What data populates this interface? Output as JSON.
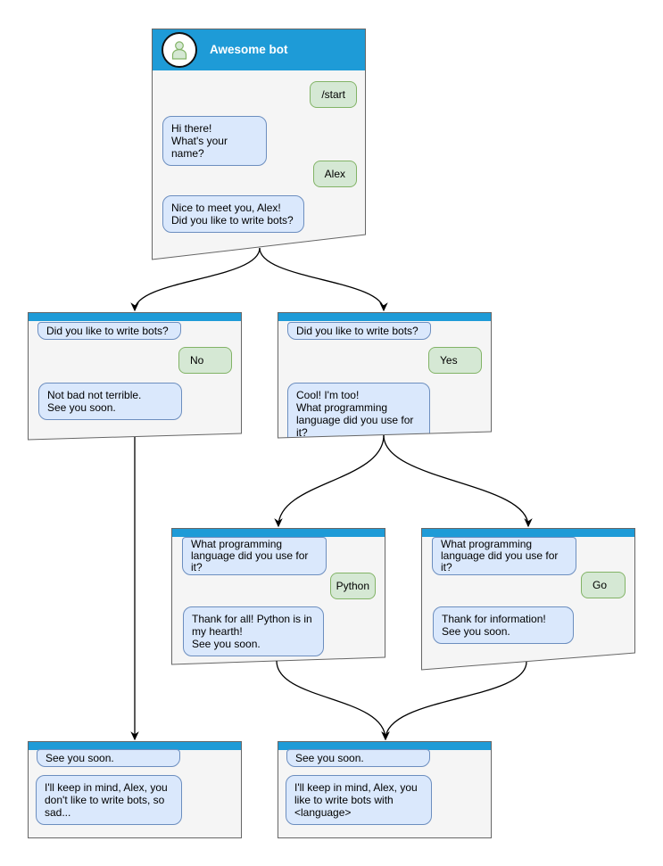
{
  "colors": {
    "header_blue": "#1e9bd7",
    "window_bg": "#f5f5f5",
    "window_border": "#666666",
    "bot_bubble_bg": "#dae8fc",
    "bot_bubble_border": "#6c8ebf",
    "user_bubble_bg": "#d5e8d4",
    "user_bubble_border": "#82b366"
  },
  "windows": [
    {
      "id": "main",
      "title": "Awesome bot",
      "avatar": "person-icon",
      "bubbles": [
        {
          "from": "user",
          "text": "/start"
        },
        {
          "from": "bot",
          "text": "Hi there!\nWhat's your name?"
        },
        {
          "from": "user",
          "text": "Alex"
        },
        {
          "from": "bot",
          "text": "Nice to meet you, Alex!\nDid you like to write bots?"
        }
      ]
    },
    {
      "id": "branch-no",
      "bubbles": [
        {
          "from": "bot",
          "text": "Did you like to write bots?"
        },
        {
          "from": "user",
          "text": "No"
        },
        {
          "from": "bot",
          "text": "Not bad not terrible.\nSee you soon."
        }
      ]
    },
    {
      "id": "branch-yes",
      "bubbles": [
        {
          "from": "bot",
          "text": "Did you like to write bots?"
        },
        {
          "from": "user",
          "text": "Yes"
        },
        {
          "from": "bot",
          "text": "Cool! I'm too!\nWhat programming\nlanguage did you use for it?"
        }
      ]
    },
    {
      "id": "branch-python",
      "bubbles": [
        {
          "from": "bot",
          "text": "What programming\nlanguage did you use for it?"
        },
        {
          "from": "user",
          "text": "Python"
        },
        {
          "from": "bot",
          "text": "Thank for all! Python is in\nmy hearth!\nSee you soon."
        }
      ]
    },
    {
      "id": "branch-go",
      "bubbles": [
        {
          "from": "bot",
          "text": "What programming\nlanguage did you use for it?"
        },
        {
          "from": "user",
          "text": "Go"
        },
        {
          "from": "bot",
          "text": "Thank for information!\nSee you soon."
        }
      ]
    },
    {
      "id": "final-no",
      "bubbles": [
        {
          "from": "bot",
          "text": "See you soon."
        },
        {
          "from": "bot",
          "text": "I'll keep in mind, Alex, you\ndon't like to write bots, so\nsad..."
        }
      ]
    },
    {
      "id": "final-yes",
      "bubbles": [
        {
          "from": "bot",
          "text": "See you soon."
        },
        {
          "from": "bot",
          "text": "I'll keep in mind, Alex, you\nlike to write bots with\n<language>"
        }
      ]
    }
  ],
  "edges": [
    {
      "from": "main",
      "to": "branch-no"
    },
    {
      "from": "main",
      "to": "branch-yes"
    },
    {
      "from": "branch-no",
      "to": "final-no"
    },
    {
      "from": "branch-yes",
      "to": "branch-python"
    },
    {
      "from": "branch-yes",
      "to": "branch-go"
    },
    {
      "from": "branch-python",
      "to": "final-yes"
    },
    {
      "from": "branch-go",
      "to": "final-yes"
    }
  ]
}
